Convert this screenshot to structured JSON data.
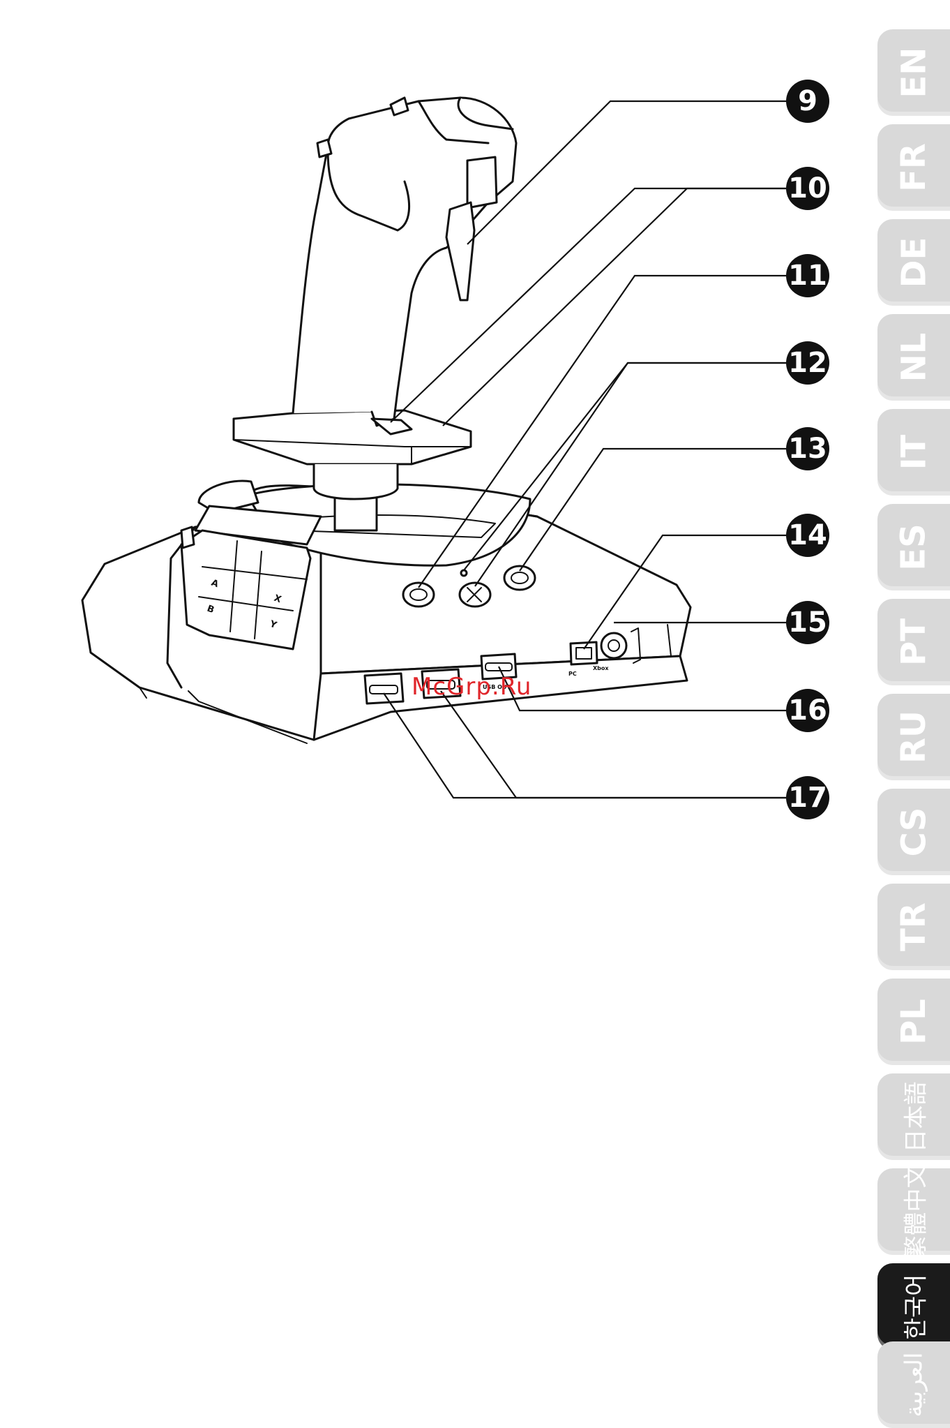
{
  "callouts": [
    {
      "num": "9"
    },
    {
      "num": "10"
    },
    {
      "num": "11"
    },
    {
      "num": "12"
    },
    {
      "num": "13"
    },
    {
      "num": "14"
    },
    {
      "num": "15"
    },
    {
      "num": "16"
    },
    {
      "num": "17"
    }
  ],
  "buttons": {
    "a": "A",
    "b": "B",
    "x": "X",
    "y": "Y"
  },
  "port_labels": {
    "usb_out": "USB OUT",
    "pc": "PC",
    "xbox": "Xbox"
  },
  "watermark": "McGrp.Ru",
  "language_tabs": [
    {
      "label": "EN",
      "active": false
    },
    {
      "label": "FR",
      "active": false
    },
    {
      "label": "DE",
      "active": false
    },
    {
      "label": "NL",
      "active": false
    },
    {
      "label": "IT",
      "active": false
    },
    {
      "label": "ES",
      "active": false
    },
    {
      "label": "PT",
      "active": false
    },
    {
      "label": "RU",
      "active": false
    },
    {
      "label": "CS",
      "active": false
    },
    {
      "label": "TR",
      "active": false
    },
    {
      "label": "PL",
      "active": false
    },
    {
      "label": "日本語",
      "active": false
    },
    {
      "label": "繁體中文",
      "active": false
    },
    {
      "label": "한국어",
      "active": true
    },
    {
      "label": "العربية",
      "active": false
    }
  ],
  "colors": {
    "tab_inactive": "#d9d9d9",
    "tab_active": "#1b1b1b",
    "watermark": "#e0262b",
    "ink": "#111111"
  }
}
